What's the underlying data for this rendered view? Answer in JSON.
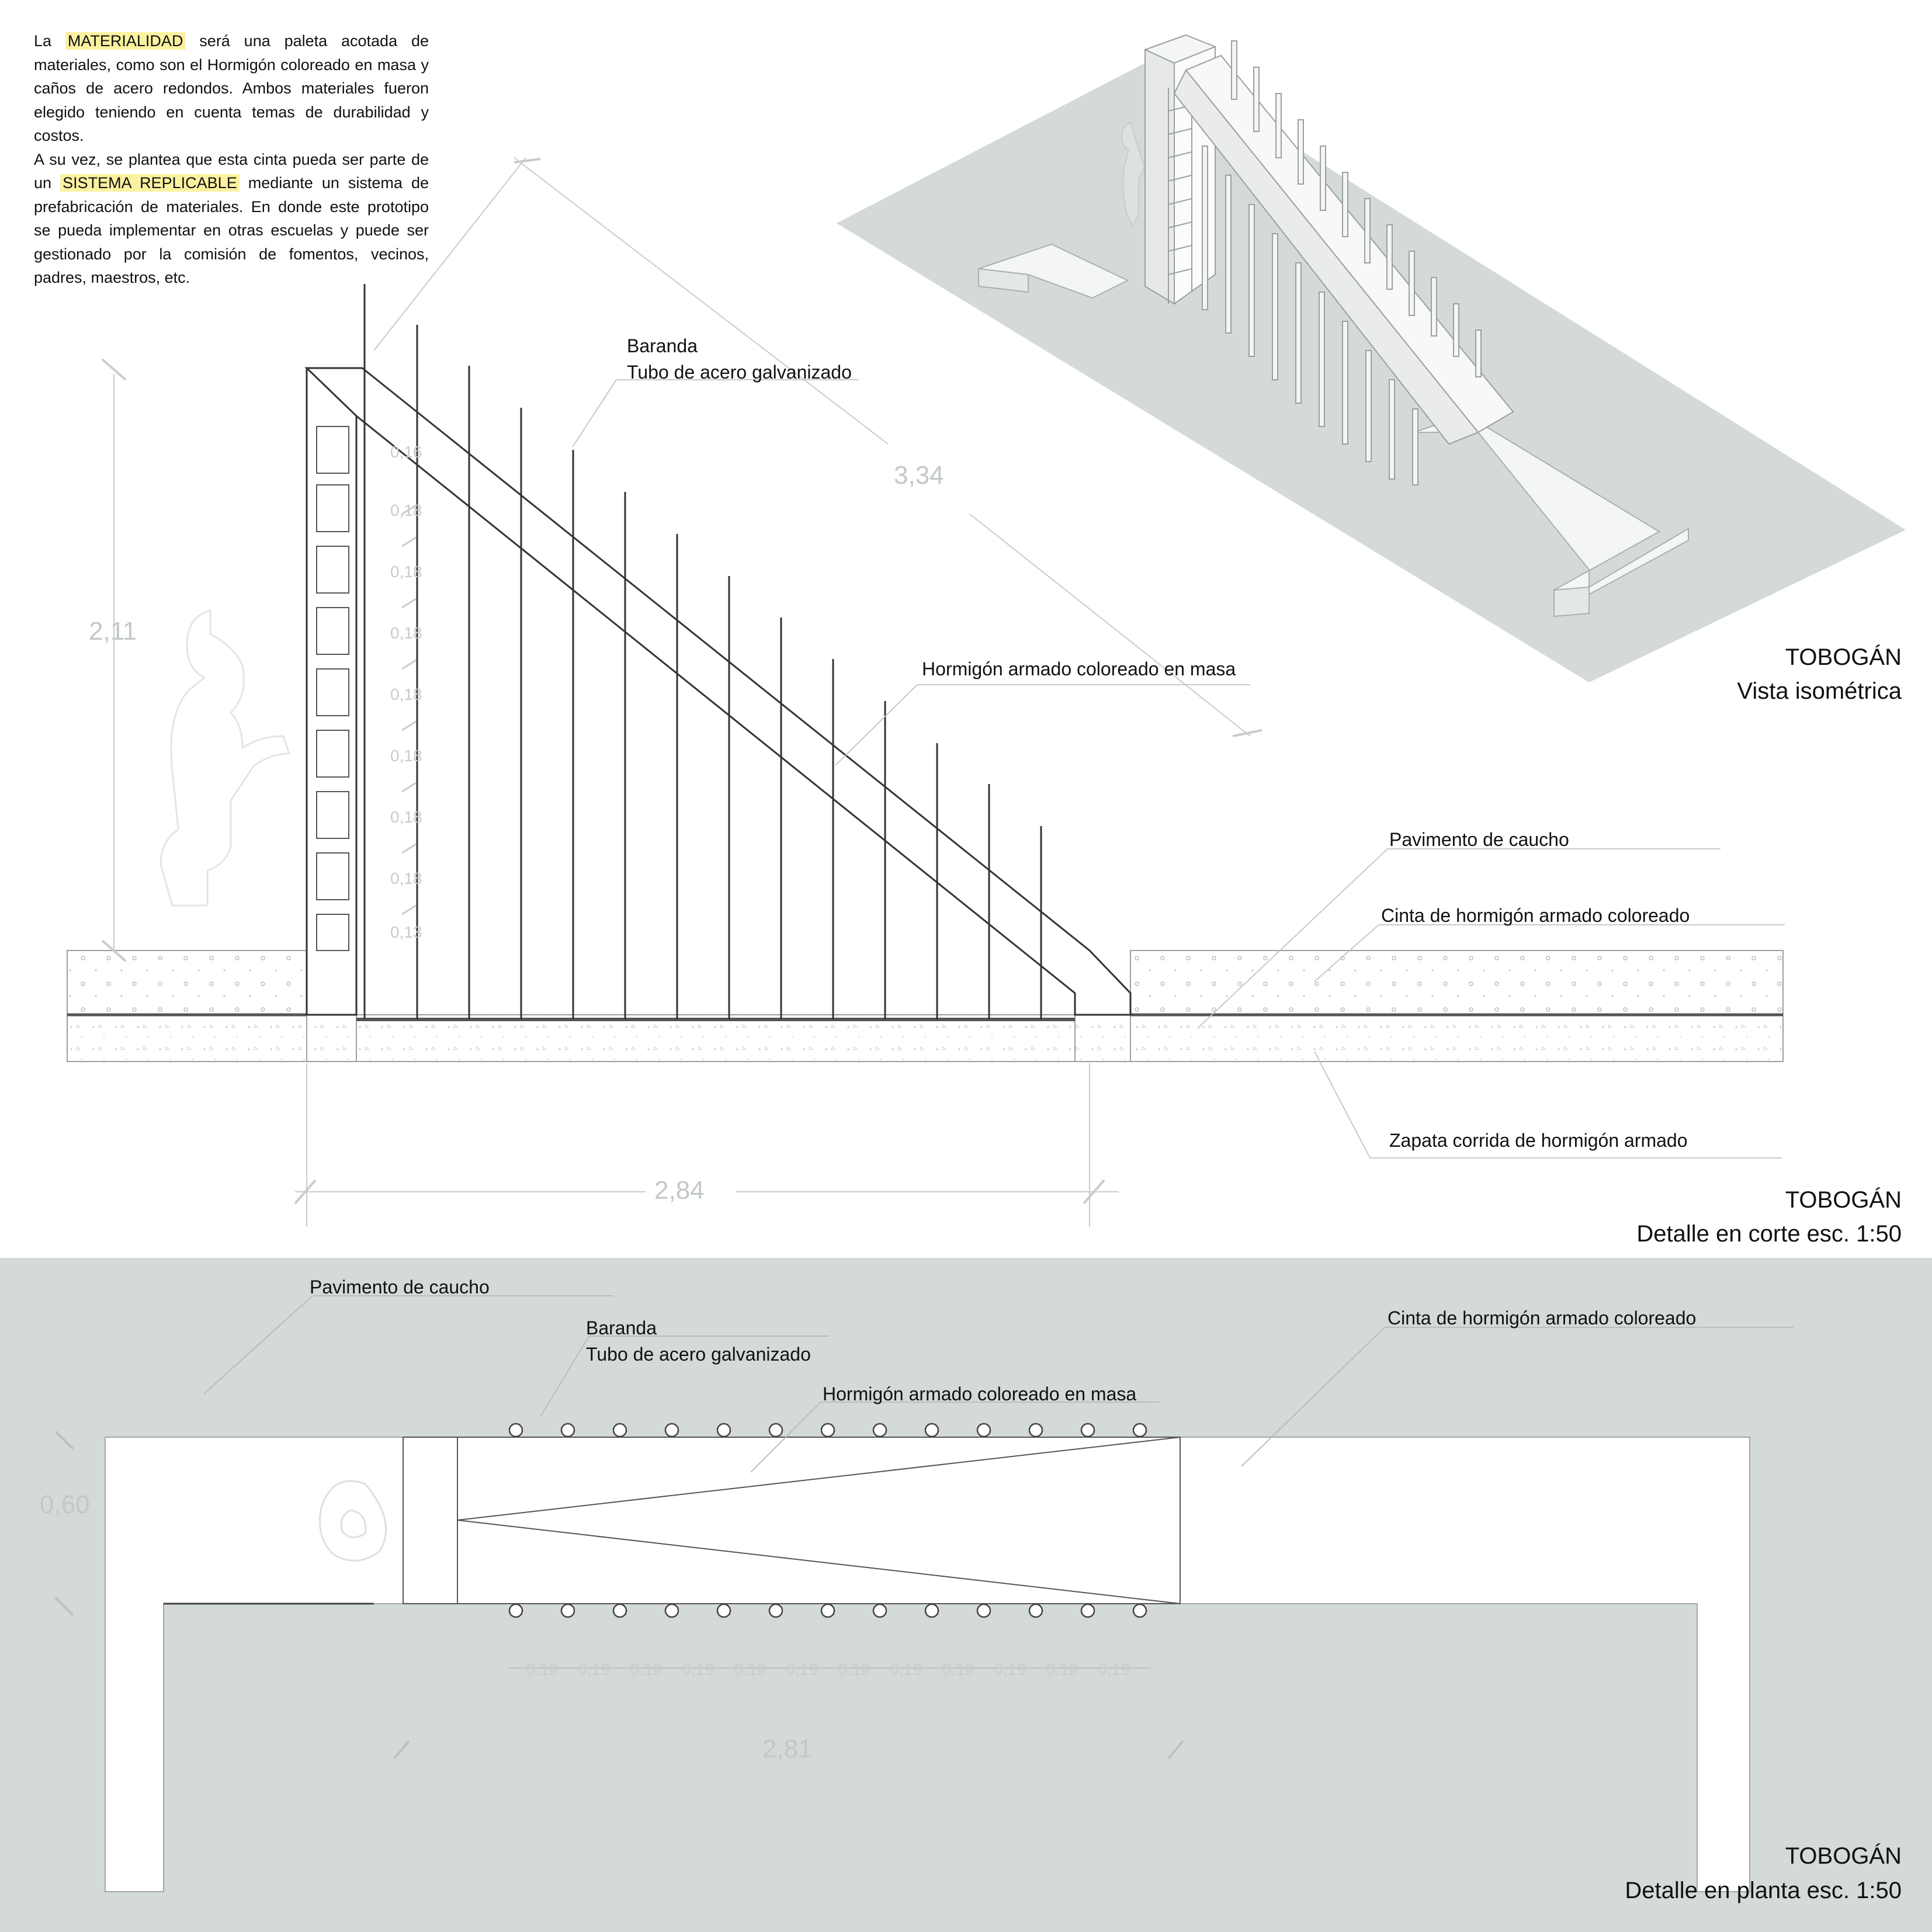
{
  "intro": {
    "p1_a": "La",
    "p1_hl": "MATERIALIDAD",
    "p1_b": "será una paleta acotada de materiales, como son el Hormigón coloreado en masa y caños de acero redondos. Ambos materiales fueron elegido teniendo en cuenta temas de durabilidad y costos.",
    "p2_a": "A su vez,  se plantea que esta cinta pueda ser parte de un",
    "p2_hl": "SISTEMA REPLICABLE",
    "p2_b": "mediante un sistema de prefabricación de materiales. En donde este prototipo se pueda implementar en otras escuelas y puede ser gestionado por la comisión de fomentos, vecinos, padres, maestros, etc."
  },
  "iso": {
    "title": "TOBOGÁN",
    "subtitle": "Vista isométrica"
  },
  "section": {
    "title": "TOBOGÁN",
    "subtitle": "Detalle en corte esc. 1:50",
    "label_baranda_1": "Baranda",
    "label_baranda_2": "Tubo de acero galvanizado",
    "label_hormigon": "Hormigón armado coloreado en masa",
    "label_pavimento": "Pavimento de caucho",
    "label_cinta": "Cinta de hormigón armado coloreado",
    "label_zapata": "Zapata corrida de hormigón armado",
    "dim_height": "2,11",
    "dim_slope": "3,34",
    "dim_width": "2,84",
    "step_dims": [
      "0,16",
      "0,18",
      "0,18",
      "0,18",
      "0,18",
      "0,18",
      "0,18",
      "0,18",
      "0,13"
    ]
  },
  "plan": {
    "title": "TOBOGÁN",
    "subtitle": "Detalle en planta esc. 1:50",
    "label_pavimento": "Pavimento de caucho",
    "label_baranda_1": "Baranda",
    "label_baranda_2": "Tubo de acero galvanizado",
    "label_hormigon": "Hormigón armado coloreado en masa",
    "label_cinta": "Cinta de hormigón armado coloreado",
    "dim_depth": "0,60",
    "dim_length": "2,81",
    "post_spacing": [
      "0,19",
      "0,19",
      "0,19",
      "0,19",
      "0,19",
      "0,19",
      "0,19",
      "0,19",
      "0,19",
      "0,19",
      "0,19",
      "0,19"
    ]
  },
  "colors": {
    "ground": "#d3dad8",
    "highlight": "#fbf2a0",
    "dimension": "#c2c8c8"
  }
}
